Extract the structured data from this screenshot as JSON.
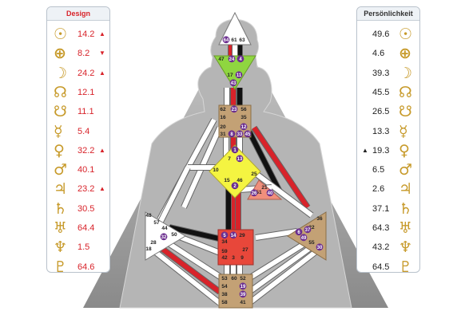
{
  "design": {
    "title": "Design",
    "rows": [
      {
        "icon": "sun-icon",
        "glyph": "☉",
        "value": "14.2",
        "arrow": "▲"
      },
      {
        "icon": "earth-icon",
        "glyph": "⊕",
        "value": "8.2",
        "arrow": "▼"
      },
      {
        "icon": "moon-icon",
        "glyph": "☽",
        "value": "24.2",
        "arrow": "▲"
      },
      {
        "icon": "north-node-icon",
        "glyph": "☊",
        "value": "12.1",
        "arrow": ""
      },
      {
        "icon": "south-node-icon",
        "glyph": "☋",
        "value": "11.1",
        "arrow": ""
      },
      {
        "icon": "mercury-icon",
        "glyph": "☿",
        "value": "5.4",
        "arrow": ""
      },
      {
        "icon": "venus-icon",
        "glyph": "♀",
        "value": "32.2",
        "arrow": "▲"
      },
      {
        "icon": "mars-icon",
        "glyph": "♂",
        "value": "40.1",
        "arrow": ""
      },
      {
        "icon": "jupiter-icon",
        "glyph": "♃",
        "value": "23.2",
        "arrow": "▲"
      },
      {
        "icon": "saturn-icon",
        "glyph": "♄",
        "value": "30.5",
        "arrow": ""
      },
      {
        "icon": "uranus-icon",
        "glyph": "♅",
        "value": "64.4",
        "arrow": ""
      },
      {
        "icon": "neptune-icon",
        "glyph": "♆",
        "value": "1.5",
        "arrow": ""
      },
      {
        "icon": "pluto-icon",
        "glyph": "♇",
        "value": "64.6",
        "arrow": ""
      }
    ]
  },
  "personality": {
    "title": "Persönlichkeit",
    "rows": [
      {
        "icon": "sun-icon",
        "glyph": "☉",
        "value": "49.6",
        "arrow": ""
      },
      {
        "icon": "earth-icon",
        "glyph": "⊕",
        "value": "4.6",
        "arrow": ""
      },
      {
        "icon": "moon-icon",
        "glyph": "☽",
        "value": "39.3",
        "arrow": ""
      },
      {
        "icon": "north-node-icon",
        "glyph": "☊",
        "value": "45.5",
        "arrow": ""
      },
      {
        "icon": "south-node-icon",
        "glyph": "☋",
        "value": "26.5",
        "arrow": ""
      },
      {
        "icon": "mercury-icon",
        "glyph": "☿",
        "value": "13.3",
        "arrow": ""
      },
      {
        "icon": "venus-icon",
        "glyph": "♀",
        "value": "19.3",
        "arrow": "▲"
      },
      {
        "icon": "mars-icon",
        "glyph": "♂",
        "value": "6.5",
        "arrow": ""
      },
      {
        "icon": "jupiter-icon",
        "glyph": "♃",
        "value": "2.6",
        "arrow": ""
      },
      {
        "icon": "saturn-icon",
        "glyph": "♄",
        "value": "37.1",
        "arrow": ""
      },
      {
        "icon": "uranus-icon",
        "glyph": "♅",
        "value": "64.3",
        "arrow": ""
      },
      {
        "icon": "neptune-icon",
        "glyph": "♆",
        "value": "43.2",
        "arrow": ""
      },
      {
        "icon": "pluto-icon",
        "glyph": "♇",
        "value": "64.5",
        "arrow": ""
      }
    ]
  },
  "colors": {
    "head": "#ffffff",
    "ajna": "#8fd640",
    "throat": "#c3a175",
    "g": "#f4f441",
    "heart": "#f08f7c",
    "spleen": "#c3a175",
    "solar": "#c3a175",
    "sacral": "#e8473a",
    "root": "#c3a175",
    "design": "#d8232a",
    "personality": "#111111",
    "gate_circle": "#6b2e8f",
    "body_bg": "#9b9b9b"
  },
  "gates": {
    "head": [
      {
        "n": "64",
        "c": true
      },
      {
        "n": "61",
        "c": false
      },
      {
        "n": "63",
        "c": false
      }
    ],
    "ajna": [
      {
        "n": "47",
        "c": false
      },
      {
        "n": "24",
        "c": true
      },
      {
        "n": "4",
        "c": true
      },
      {
        "n": "17",
        "c": false
      },
      {
        "n": "11",
        "c": true
      },
      {
        "n": "43",
        "c": true
      }
    ],
    "throat": [
      {
        "n": "62",
        "c": false
      },
      {
        "n": "23",
        "c": true
      },
      {
        "n": "56",
        "c": false
      },
      {
        "n": "16",
        "c": false
      },
      {
        "n": "35",
        "c": false
      },
      {
        "n": "20",
        "c": false
      },
      {
        "n": "12",
        "c": true
      },
      {
        "n": "31",
        "c": false
      },
      {
        "n": "8",
        "c": true
      },
      {
        "n": "33",
        "c": true
      },
      {
        "n": "45",
        "c": true
      }
    ],
    "g": [
      {
        "n": "1",
        "c": true
      },
      {
        "n": "7",
        "c": false
      },
      {
        "n": "13",
        "c": true
      },
      {
        "n": "10",
        "c": false
      },
      {
        "n": "25",
        "c": false
      },
      {
        "n": "15",
        "c": false
      },
      {
        "n": "46",
        "c": false
      },
      {
        "n": "2",
        "c": true
      }
    ],
    "heart": [
      {
        "n": "21",
        "c": false
      },
      {
        "n": "51",
        "c": false
      },
      {
        "n": "26",
        "c": true
      },
      {
        "n": "40",
        "c": true
      }
    ],
    "spleen": [
      {
        "n": "48",
        "c": false
      },
      {
        "n": "57",
        "c": false
      },
      {
        "n": "44",
        "c": false
      },
      {
        "n": "50",
        "c": false
      },
      {
        "n": "32",
        "c": true
      },
      {
        "n": "28",
        "c": false
      },
      {
        "n": "18",
        "c": false
      }
    ],
    "sacral": [
      {
        "n": "5",
        "c": true
      },
      {
        "n": "14",
        "c": true
      },
      {
        "n": "29",
        "c": false
      },
      {
        "n": "34",
        "c": false
      },
      {
        "n": "27",
        "c": false
      },
      {
        "n": "59",
        "c": false
      },
      {
        "n": "42",
        "c": false
      },
      {
        "n": "3",
        "c": false
      },
      {
        "n": "9",
        "c": false
      }
    ],
    "solar": [
      {
        "n": "36",
        "c": false
      },
      {
        "n": "22",
        "c": false
      },
      {
        "n": "6",
        "c": true
      },
      {
        "n": "37",
        "c": true
      },
      {
        "n": "49",
        "c": true
      },
      {
        "n": "55",
        "c": false
      },
      {
        "n": "30",
        "c": true
      }
    ],
    "root": [
      {
        "n": "53",
        "c": false
      },
      {
        "n": "60",
        "c": false
      },
      {
        "n": "52",
        "c": false
      },
      {
        "n": "54",
        "c": false
      },
      {
        "n": "19",
        "c": true
      },
      {
        "n": "38",
        "c": false
      },
      {
        "n": "39",
        "c": true
      },
      {
        "n": "58",
        "c": false
      },
      {
        "n": "41",
        "c": false
      }
    ]
  }
}
